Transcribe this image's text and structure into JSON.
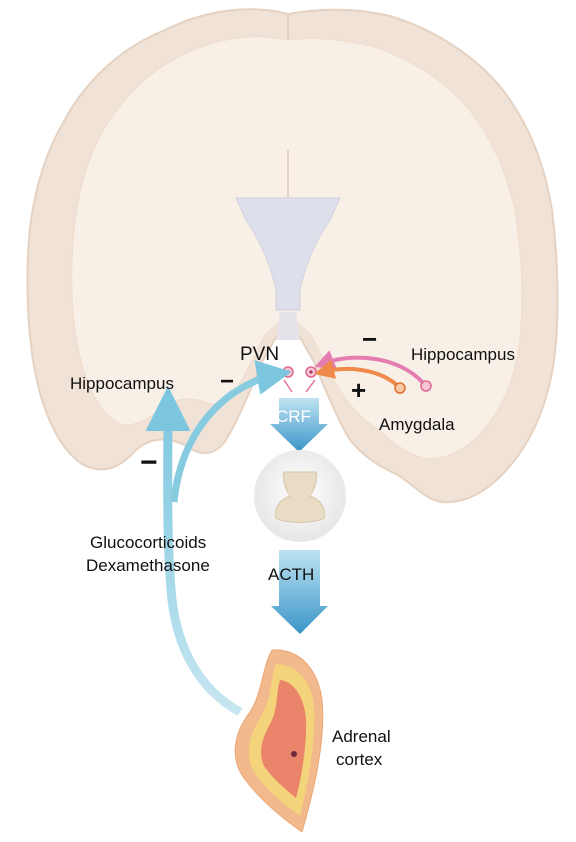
{
  "labels": {
    "pvn": "PVN",
    "hippocampus_left": "Hippocampus",
    "hippocampus_right": "Hippocampus",
    "amygdala": "Amygdala",
    "crf": "CRF",
    "glucocorticoids": "Glucocorticoids",
    "dexamethasone": "Dexamethasone",
    "acth": "ACTH",
    "adrenal_line1": "Adrenal",
    "adrenal_line2": "cortex"
  },
  "signs": {
    "hippocampus_left": "−",
    "hippocampus_right": "−",
    "amygdala": "+",
    "feedback_loop": "−"
  },
  "colors": {
    "brain_outer": "#f0e2d6",
    "brain_inner": "#f8efe6",
    "ventricle": "#dde0ea",
    "feedback_arrow": "#86cbe0",
    "down_arrow": "#4ba3cf",
    "hippocampus_pathway": "#e67db0",
    "amygdala_pathway": "#ef8a4a",
    "pituitary": "#e9dcc5",
    "adrenal_outer": "#f2b98d",
    "adrenal_band": "#f4d47a",
    "adrenal_core": "#e9836a"
  }
}
